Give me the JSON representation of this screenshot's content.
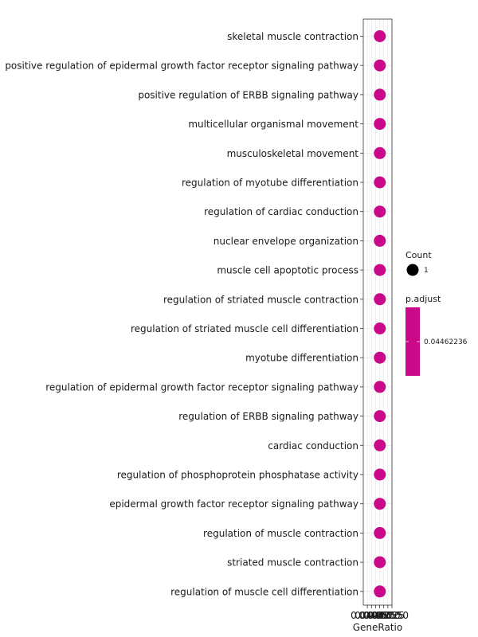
{
  "chart_data": {
    "type": "scatter",
    "title": "",
    "xlabel": "GeneRatio",
    "ylabel": "",
    "xlim": [
      0.0375,
      0.055
    ],
    "x_ticks": [
      "0.0400",
      "0.0425",
      "0.0450",
      "0.0475",
      "0.0500",
      "0.0525",
      "0.0550"
    ],
    "x_tick_values": [
      0.04,
      0.0425,
      0.045,
      0.0475,
      0.05,
      0.0525,
      0.055
    ],
    "categories": [
      "skeletal muscle contraction",
      "positive regulation of epidermal growth factor receptor signaling pathway",
      "positive regulation of ERBB signaling pathway",
      "multicellular organismal movement",
      "musculoskeletal movement",
      "regulation of myotube differentiation",
      "regulation of cardiac conduction",
      "nuclear envelope organization",
      "muscle cell apoptotic process",
      "regulation of striated muscle contraction",
      "regulation of striated muscle cell differentiation",
      "myotube differentiation",
      "regulation of epidermal growth factor receptor signaling pathway",
      "regulation of ERBB signaling pathway",
      "cardiac conduction",
      "regulation of phosphoprotein phosphatase activity",
      "epidermal growth factor receptor signaling pathway",
      "regulation of muscle contraction",
      "striated muscle contraction",
      "regulation of muscle cell differentiation"
    ],
    "gene_ratio": [
      0.0476,
      0.0476,
      0.0476,
      0.0476,
      0.0476,
      0.0476,
      0.0476,
      0.0476,
      0.0476,
      0.0476,
      0.0476,
      0.0476,
      0.0476,
      0.0476,
      0.0476,
      0.0476,
      0.0476,
      0.0476,
      0.0476,
      0.0476
    ],
    "count": [
      1,
      1,
      1,
      1,
      1,
      1,
      1,
      1,
      1,
      1,
      1,
      1,
      1,
      1,
      1,
      1,
      1,
      1,
      1,
      1
    ],
    "p_adjust": [
      0.04462236,
      0.04462236,
      0.04462236,
      0.04462236,
      0.04462236,
      0.04462236,
      0.04462236,
      0.04462236,
      0.04462236,
      0.04462236,
      0.04462236,
      0.04462236,
      0.04462236,
      0.04462236,
      0.04462236,
      0.04462236,
      0.04462236,
      0.04462236,
      0.04462236,
      0.04462236
    ],
    "point_color": "#c9088a",
    "grid": true,
    "legend": {
      "placement": "right",
      "count_title": "Count",
      "count_labels": [
        "1"
      ],
      "padj_title": "p.adjust",
      "padj_labels": [
        "0.04462236"
      ]
    }
  }
}
